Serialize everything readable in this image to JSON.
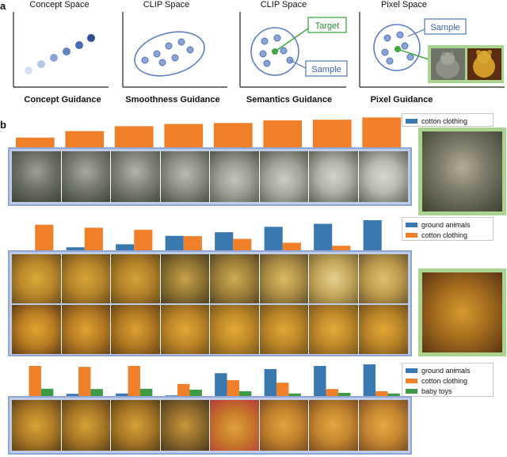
{
  "panel_a": {
    "letter": "a",
    "panels": [
      {
        "title": "Concept Space",
        "guidance": "Concept Guidance"
      },
      {
        "title": "CLIP Space",
        "guidance": "Smoothness Guidance"
      },
      {
        "title": "CLIP Space",
        "guidance": "Semantics Guidance",
        "target_label": "Target",
        "sample_label": "Sample"
      },
      {
        "title": "Pixel Space",
        "guidance": "Pixel Guidance",
        "sample_label": "Sample"
      }
    ]
  },
  "panel_b": {
    "letter": "b",
    "colors": {
      "ground animals": "#3a78b0",
      "cotton clothing": "#f07f2a",
      "baby toys": "#3e9a45",
      "accent_blue": "#2e6fa8"
    },
    "thumbnail_border_color": "#a9d38f",
    "strip_border_color": "#8fa6d6"
  },
  "chart_data": [
    {
      "type": "bar",
      "series": [
        {
          "name": "cotton clothing",
          "values": [
            0.3,
            0.5,
            0.65,
            0.72,
            0.75,
            0.83,
            0.85,
            0.92
          ]
        }
      ],
      "ylim": [
        0,
        1
      ]
    },
    {
      "type": "bar",
      "series": [
        {
          "name": "ground animals",
          "values": [
            0.0,
            0.1,
            0.2,
            0.48,
            0.6,
            0.78,
            0.88,
            1.0
          ]
        },
        {
          "name": "cotton clothing",
          "values": [
            0.85,
            0.75,
            0.68,
            0.47,
            0.38,
            0.25,
            0.15,
            0.0
          ]
        }
      ],
      "ylim": [
        0,
        1
      ]
    },
    {
      "type": "bar",
      "series": [
        {
          "name": "ground animals",
          "values": [
            0.0,
            0.07,
            0.08,
            0.02,
            0.72,
            0.85,
            0.95,
            1.0
          ]
        },
        {
          "name": "cotton clothing",
          "values": [
            0.95,
            0.92,
            0.95,
            0.38,
            0.5,
            0.42,
            0.22,
            0.15
          ]
        },
        {
          "name": "baby toys",
          "values": [
            0.23,
            0.22,
            0.23,
            0.2,
            0.15,
            0.08,
            0.1,
            0.08
          ]
        }
      ],
      "ylim": [
        0,
        1
      ]
    }
  ]
}
